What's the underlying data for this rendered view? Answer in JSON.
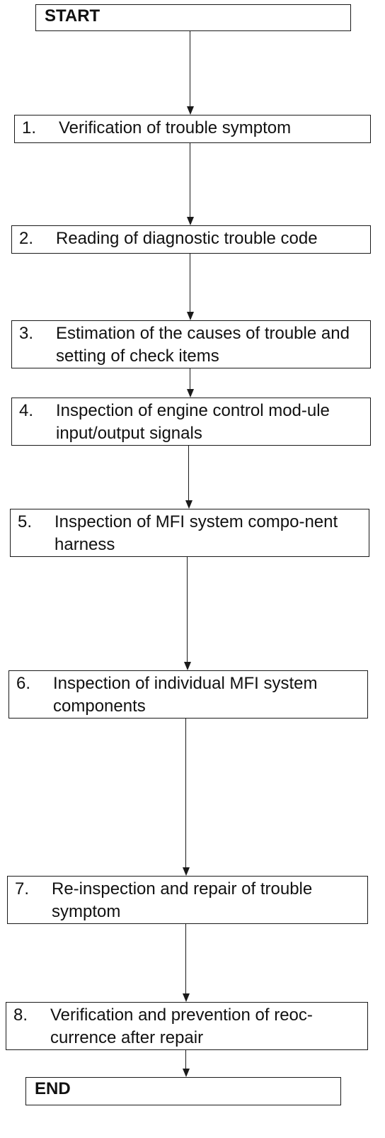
{
  "start": "START",
  "end": "END",
  "steps": [
    {
      "num": "1.",
      "text": "Verification of trouble symptom"
    },
    {
      "num": "2.",
      "text": "Reading of diagnostic trouble code"
    },
    {
      "num": "3.",
      "text": "Estimation of the causes of trouble and setting of check items"
    },
    {
      "num": "4.",
      "text": "Inspection of engine control mod-ule input/output signals"
    },
    {
      "num": "5.",
      "text": "Inspection of MFI system compo-nent harness"
    },
    {
      "num": "6.",
      "text": "Inspection of individual MFI system components"
    },
    {
      "num": "7.",
      "text": "Re-inspection and repair of trouble symptom"
    },
    {
      "num": "8.",
      "text": "Verification and prevention of reoc-currence after repair"
    }
  ]
}
